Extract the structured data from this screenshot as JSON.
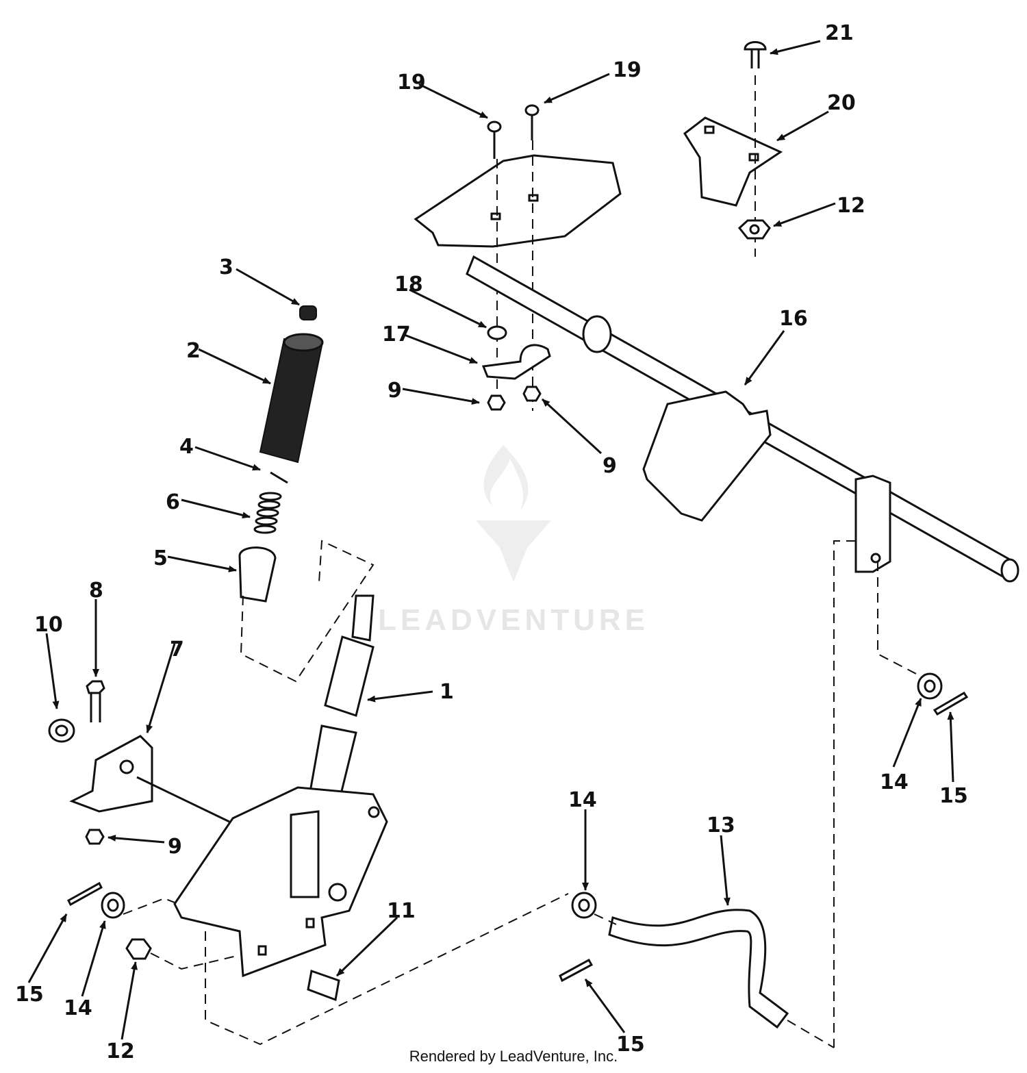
{
  "diagram": {
    "callouts": [
      "21",
      "19",
      "19",
      "20",
      "12",
      "3",
      "18",
      "16",
      "17",
      "2",
      "9",
      "9",
      "4",
      "6",
      "5",
      "1",
      "8",
      "10",
      "7",
      "9",
      "11",
      "14",
      "13",
      "14",
      "15",
      "15",
      "14",
      "12",
      "15"
    ],
    "watermark": "LEADVENTURE",
    "footer": "Rendered by LeadVenture, Inc."
  },
  "colors": {
    "ink": "#111111",
    "paper": "#ffffff",
    "watermark": "#e6e6e6"
  },
  "icons": {
    "logo": "leadventure-flame-v-logo"
  }
}
